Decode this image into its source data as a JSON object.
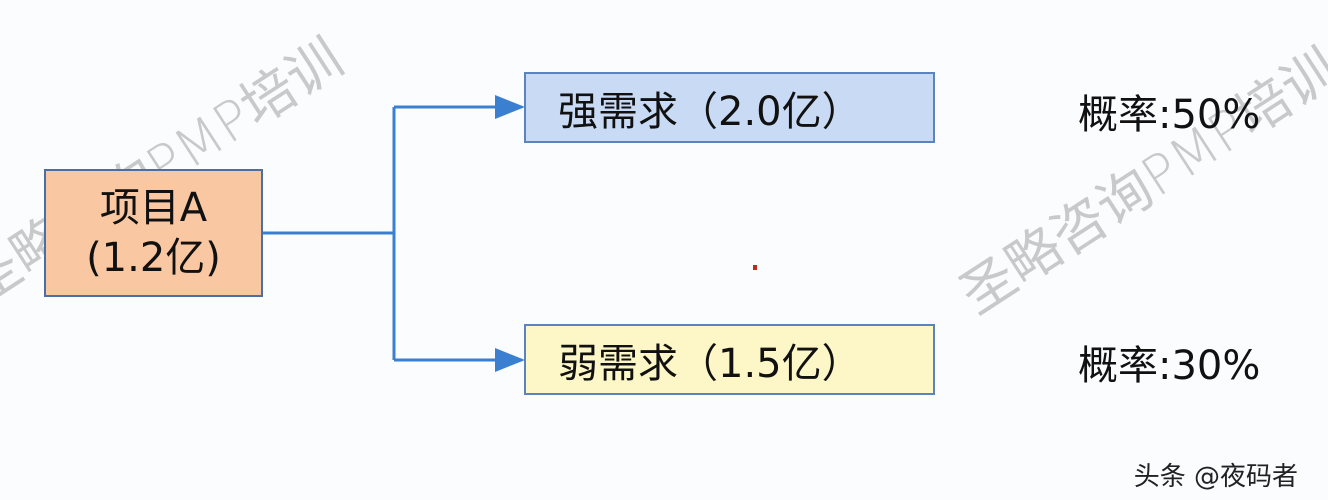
{
  "diagram": {
    "root": {
      "line1": "项目A",
      "line2": "(1.2亿)"
    },
    "branches": [
      {
        "label": "强需求（2.0亿）",
        "probability": "概率:50%",
        "fill": "#c9dbf4"
      },
      {
        "label": "弱需求（1.5亿）",
        "probability": "概率:30%",
        "fill": "#fdf7c8"
      }
    ],
    "connector_color": "#3a7fd0",
    "root_fill": "#f9c8a3"
  },
  "watermark": {
    "text": "圣略咨询PMP培训"
  },
  "credit": {
    "text": "头条 @夜码者"
  }
}
